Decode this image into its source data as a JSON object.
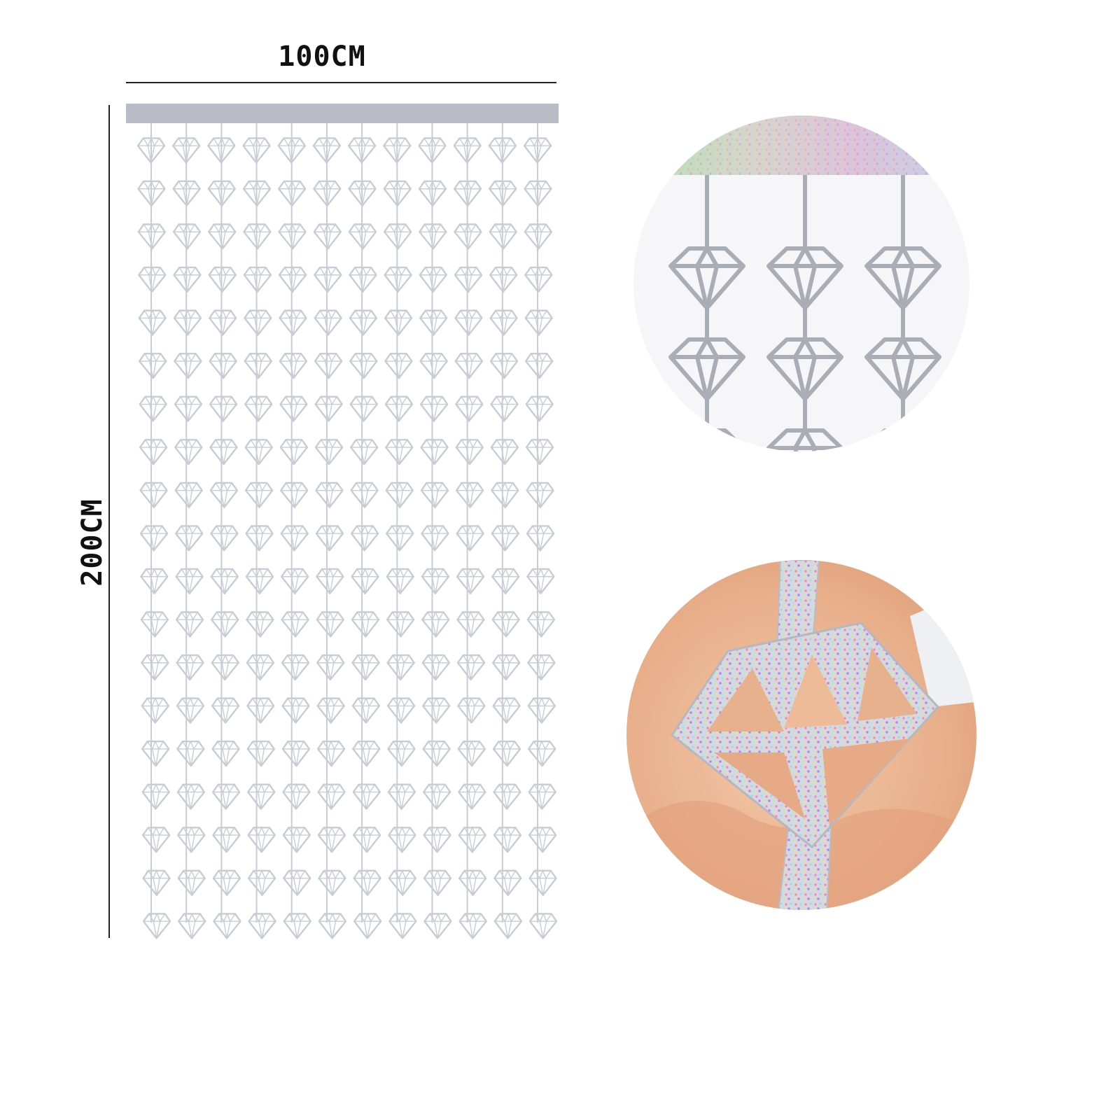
{
  "dimensions": {
    "width_label": "100CM",
    "height_label": "200CM"
  },
  "curtain": {
    "strand_count": 12,
    "diamonds_per_strand": 19,
    "color": "#c9ccd4",
    "header_color": "#b9bcc4"
  },
  "detail_photos": [
    {
      "subject": "hanging-diamond-strands-closeup"
    },
    {
      "subject": "diamond-held-in-hand-closeup"
    }
  ],
  "colors": {
    "background": "#ffffff",
    "text": "#111111",
    "foil_silver": "#c9ccd4"
  }
}
